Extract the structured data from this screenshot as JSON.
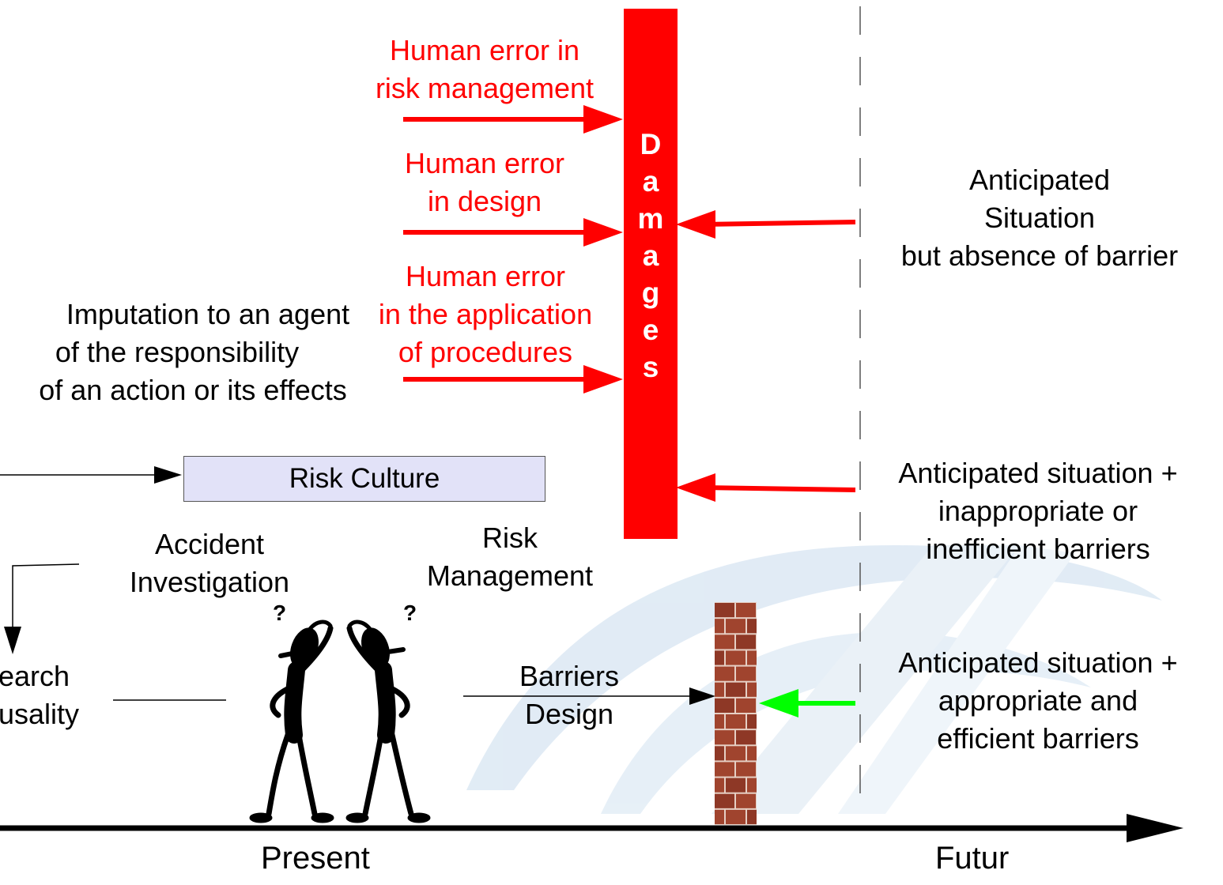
{
  "labels": {
    "human_error_risk": [
      "Human error in",
      "risk management"
    ],
    "human_error_design": [
      "Human error",
      "in design"
    ],
    "human_error_application": [
      "Human error",
      "in the application",
      "of  procedures"
    ],
    "imputation": [
      "Imputation to an agent",
      "of the responsibility",
      "of an action or its effects"
    ],
    "damages": "Damages",
    "risk_culture": "Risk Culture",
    "accident_investigation": [
      "Accident",
      "Investigation"
    ],
    "risk_management": [
      "Risk",
      "Management"
    ],
    "search_causality": [
      "earch",
      "usality"
    ],
    "barriers_design": [
      "Barriers",
      "Design"
    ],
    "anticipated_no_barrier": [
      "Anticipated",
      "Situation",
      "but absence of barrier"
    ],
    "anticipated_inappropriate": [
      "Anticipated situation +",
      "inappropriate or",
      "inefficient barriers"
    ],
    "anticipated_appropriate": [
      "Anticipated situation +",
      "appropriate and",
      "efficient barriers"
    ],
    "present": "Present",
    "futur": "Futur"
  },
  "colors": {
    "error_red": "#ff0000",
    "damages_red": "#ff0000",
    "barrier_green": "#00ff00",
    "risk_culture_fill": "#e2e2f8",
    "brick": "#a0442e",
    "watermark": "#dfeaf4"
  },
  "icons": {
    "figures": "two-thinking-stick-figures-icon",
    "wall": "brick-wall-icon",
    "watermark": "background-logo-watermark"
  }
}
